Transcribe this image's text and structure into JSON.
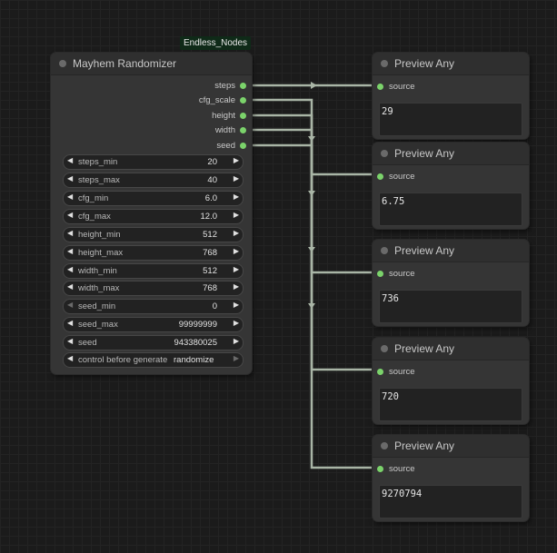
{
  "badge": "Endless_Nodes",
  "randomizer": {
    "title": "Mayhem Randomizer",
    "outputs": [
      "steps",
      "cfg_scale",
      "height",
      "width",
      "seed"
    ],
    "widgets": [
      {
        "label": "steps_min",
        "value": "20"
      },
      {
        "label": "steps_max",
        "value": "40"
      },
      {
        "label": "cfg_min",
        "value": "6.0"
      },
      {
        "label": "cfg_max",
        "value": "12.0"
      },
      {
        "label": "height_min",
        "value": "512"
      },
      {
        "label": "height_max",
        "value": "768"
      },
      {
        "label": "width_min",
        "value": "512"
      },
      {
        "label": "width_max",
        "value": "768"
      },
      {
        "label": "seed_min",
        "value": "0"
      },
      {
        "label": "seed_max",
        "value": "99999999"
      },
      {
        "label": "seed",
        "value": "943380025"
      },
      {
        "label": "control before generate",
        "value": "randomize"
      }
    ]
  },
  "previews": [
    {
      "title": "Preview Any",
      "input": "source",
      "value": "29"
    },
    {
      "title": "Preview Any",
      "input": "source",
      "value": "6.75"
    },
    {
      "title": "Preview Any",
      "input": "source",
      "value": "736"
    },
    {
      "title": "Preview Any",
      "input": "source",
      "value": "720"
    },
    {
      "title": "Preview Any",
      "input": "source",
      "value": "9270794"
    }
  ],
  "colors": {
    "slot": "#7bd36b",
    "wire": "#a9b5a6",
    "canvas": "#1b1b1b",
    "node": "#353535"
  }
}
